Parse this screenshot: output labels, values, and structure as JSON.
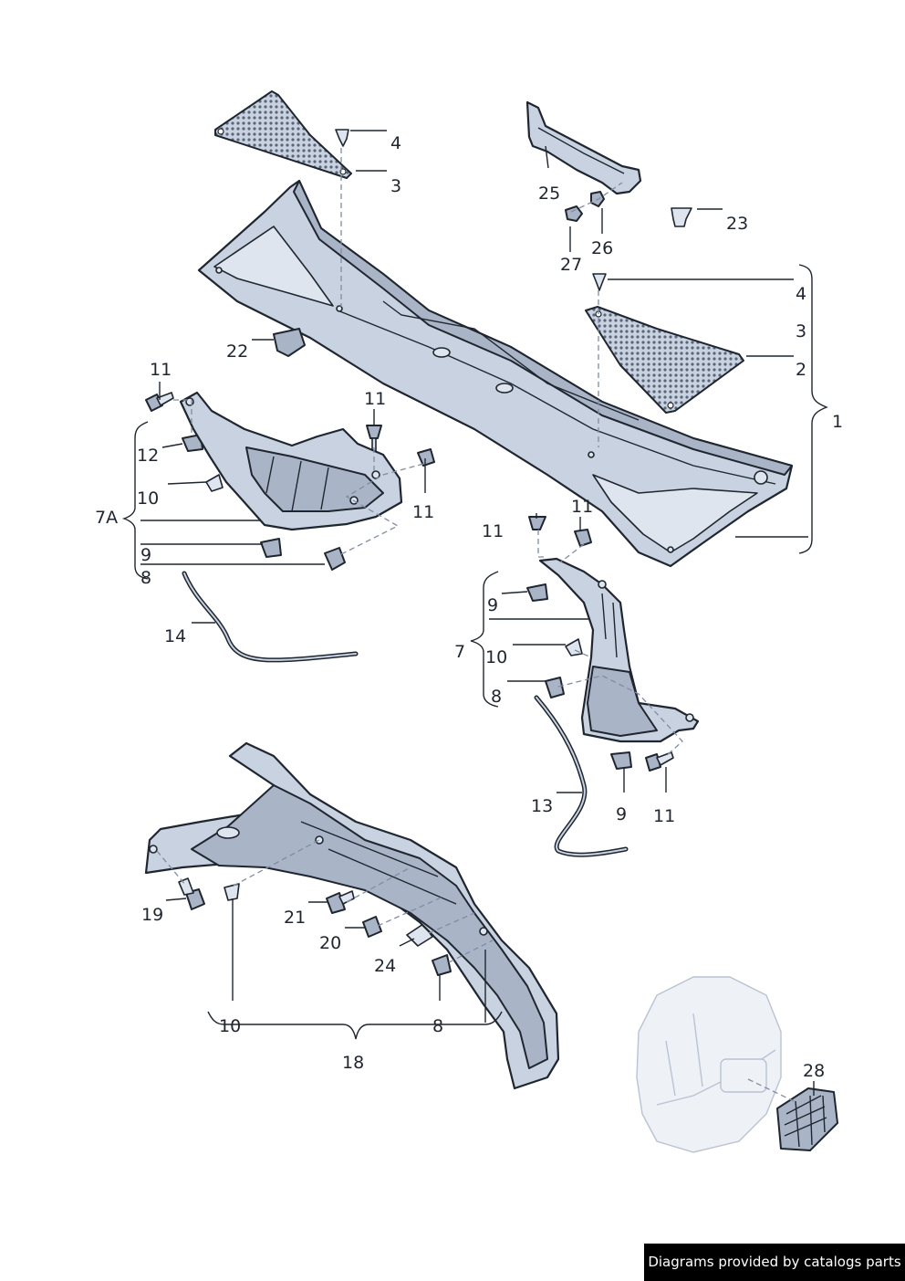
{
  "labels": {
    "l1": "1",
    "l2": "2",
    "l3a": "3",
    "l3b": "3",
    "l4a": "4",
    "l4b": "4",
    "l7": "7",
    "l7a": "7A",
    "l8a": "8",
    "l8b": "8",
    "l8c": "8",
    "l9a": "9",
    "l9b": "9",
    "l9c": "9",
    "l10a": "10",
    "l10b": "10",
    "l10c": "10",
    "l11a": "11",
    "l11b": "11",
    "l11c": "11",
    "l11d": "11",
    "l11e": "11",
    "l11f": "11",
    "l12": "12",
    "l13": "13",
    "l14": "14",
    "l18": "18",
    "l19": "19",
    "l20": "20",
    "l21": "21",
    "l22": "22",
    "l23": "23",
    "l24": "24",
    "l25": "25",
    "l26": "26",
    "l27": "27",
    "l28": "28"
  },
  "footer": {
    "credit": "Diagrams provided by catalogs parts"
  },
  "colors": {
    "part_fill": "#c9d2e0",
    "outline": "#1f2630",
    "credit_bg": "#000000"
  }
}
